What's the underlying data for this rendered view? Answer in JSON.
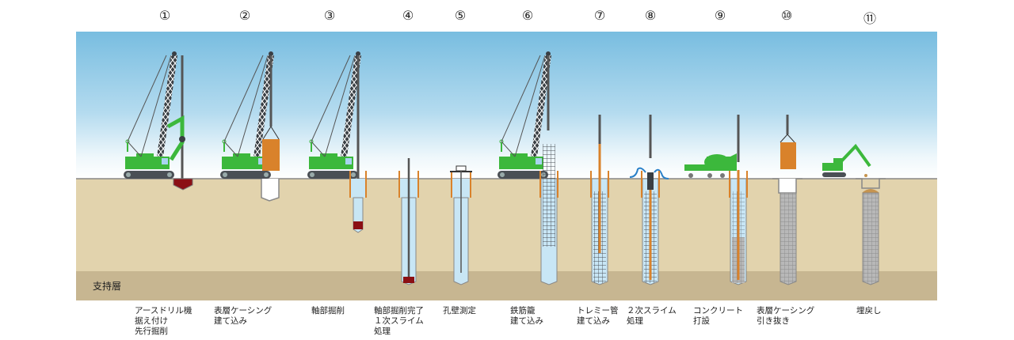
{
  "diagram": {
    "title_bearing_layer": "支持層",
    "steps": [
      {
        "number": "①",
        "label": "アースドリル機\n据え付け\n先行掘削"
      },
      {
        "number": "②",
        "label": "表層ケーシング\n建て込み"
      },
      {
        "number": "③",
        "label": "軸部掘削"
      },
      {
        "number": "④",
        "label": "軸部掘削完了\n１次スライム\n処理"
      },
      {
        "number": "⑤",
        "label": "孔壁測定"
      },
      {
        "number": "⑥",
        "label": "鉄筋籠\n建て込み"
      },
      {
        "number": "⑦",
        "label": "トレミー管\n建て込み"
      },
      {
        "number": "⑧",
        "label": "２次スライム\n処理"
      },
      {
        "number": "⑨",
        "label": "コンクリート\n打設"
      },
      {
        "number": "⑩",
        "label": "表層ケーシング\n引き抜き"
      },
      {
        "number": "⑪",
        "label": "埋戻し"
      }
    ],
    "colors": {
      "sky_top": "#7fbfe0",
      "sky_bottom": "#ffffff",
      "ground": "#e2d3ad",
      "bearing_layer": "#c7b691",
      "machine_green": "#3cb83c",
      "casing_orange": "#d9822b",
      "bucket_red": "#8b0f14",
      "water": "#c8e6f5",
      "concrete": "#b8b8b8",
      "boom_dark": "#3a3f44"
    }
  }
}
